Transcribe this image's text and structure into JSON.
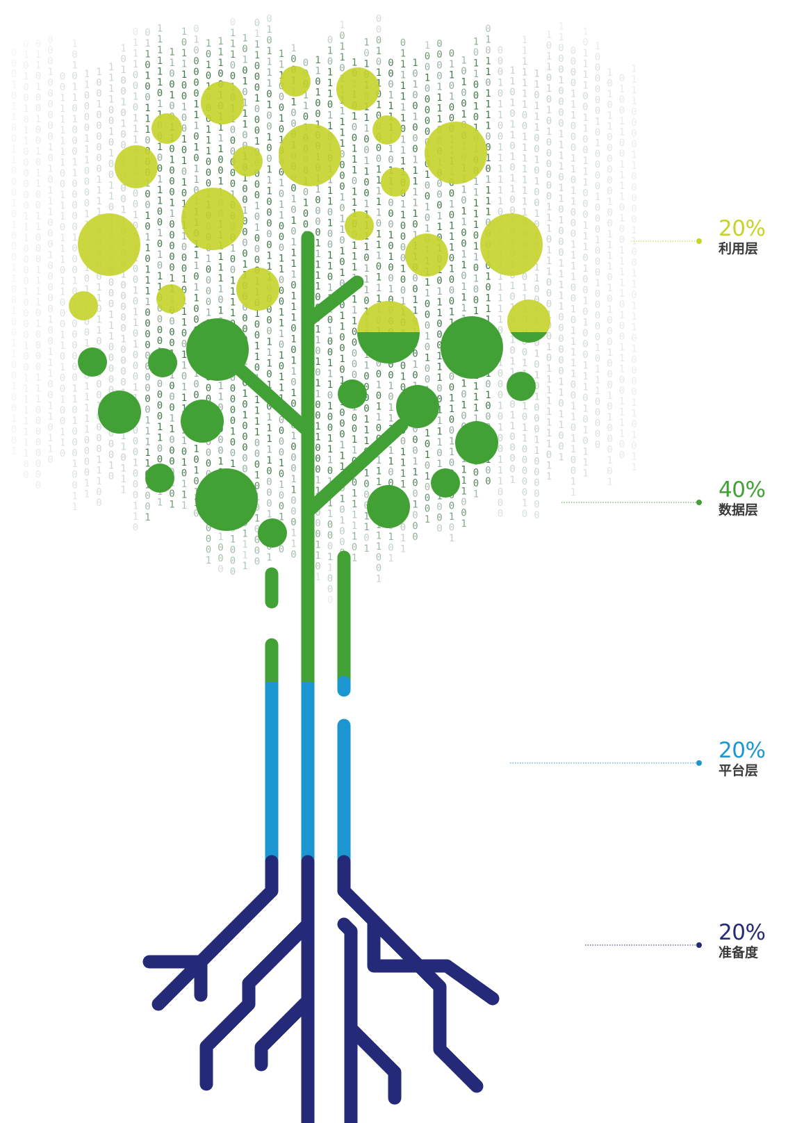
{
  "layers": [
    {
      "id": "use",
      "percent": "20%",
      "label": "利用层",
      "color": "#c5d32a"
    },
    {
      "id": "data",
      "percent": "40%",
      "label": "数据层",
      "color": "#42a135"
    },
    {
      "id": "platform",
      "percent": "20%",
      "label": "平台层",
      "color": "#1b96d1"
    },
    {
      "id": "ready",
      "percent": "20%",
      "label": "准备度",
      "color": "#252a78"
    }
  ]
}
